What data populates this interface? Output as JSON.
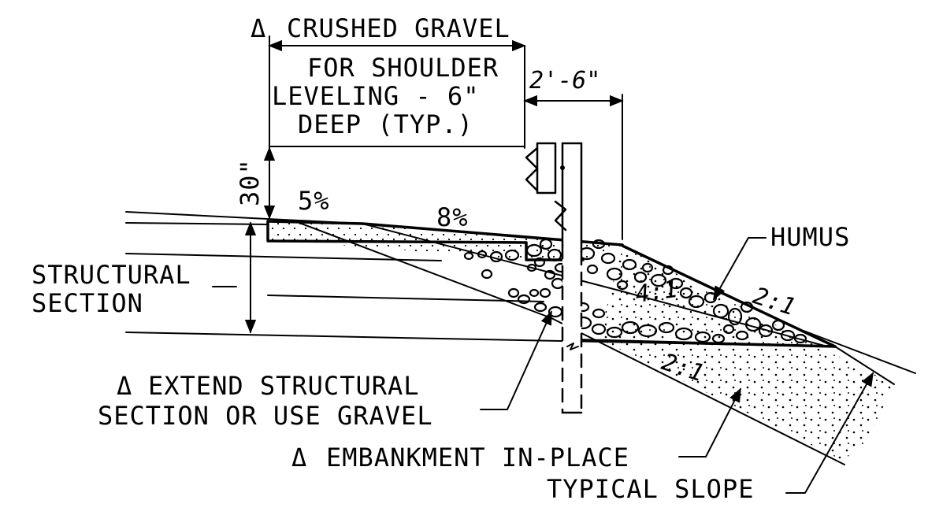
{
  "labels": {
    "crushed_gravel": "CRUSHED GRAVEL",
    "shoulder_line1": "FOR SHOULDER",
    "shoulder_line2": "LEVELING - 6\"",
    "shoulder_line3": "DEEP (TYP.)",
    "offset_dim": "2'-6\"",
    "height_dim": "30\"",
    "slope_5": "5%",
    "slope_8": "8%",
    "humus": "HUMUS",
    "ratio_4_1": "4:1",
    "ratio_2_1_upper": "2:1",
    "ratio_2_1_lower": "2:1",
    "structural_line1": "STRUCTURAL",
    "structural_line2": "SECTION",
    "extend_line1": "EXTEND STRUCTURAL",
    "extend_line2": "SECTION OR USE GRAVEL",
    "embankment": "EMBANKMENT IN-PLACE",
    "typical_slope": "TYPICAL SLOPE"
  },
  "symbols": {
    "delta": "Δ"
  }
}
